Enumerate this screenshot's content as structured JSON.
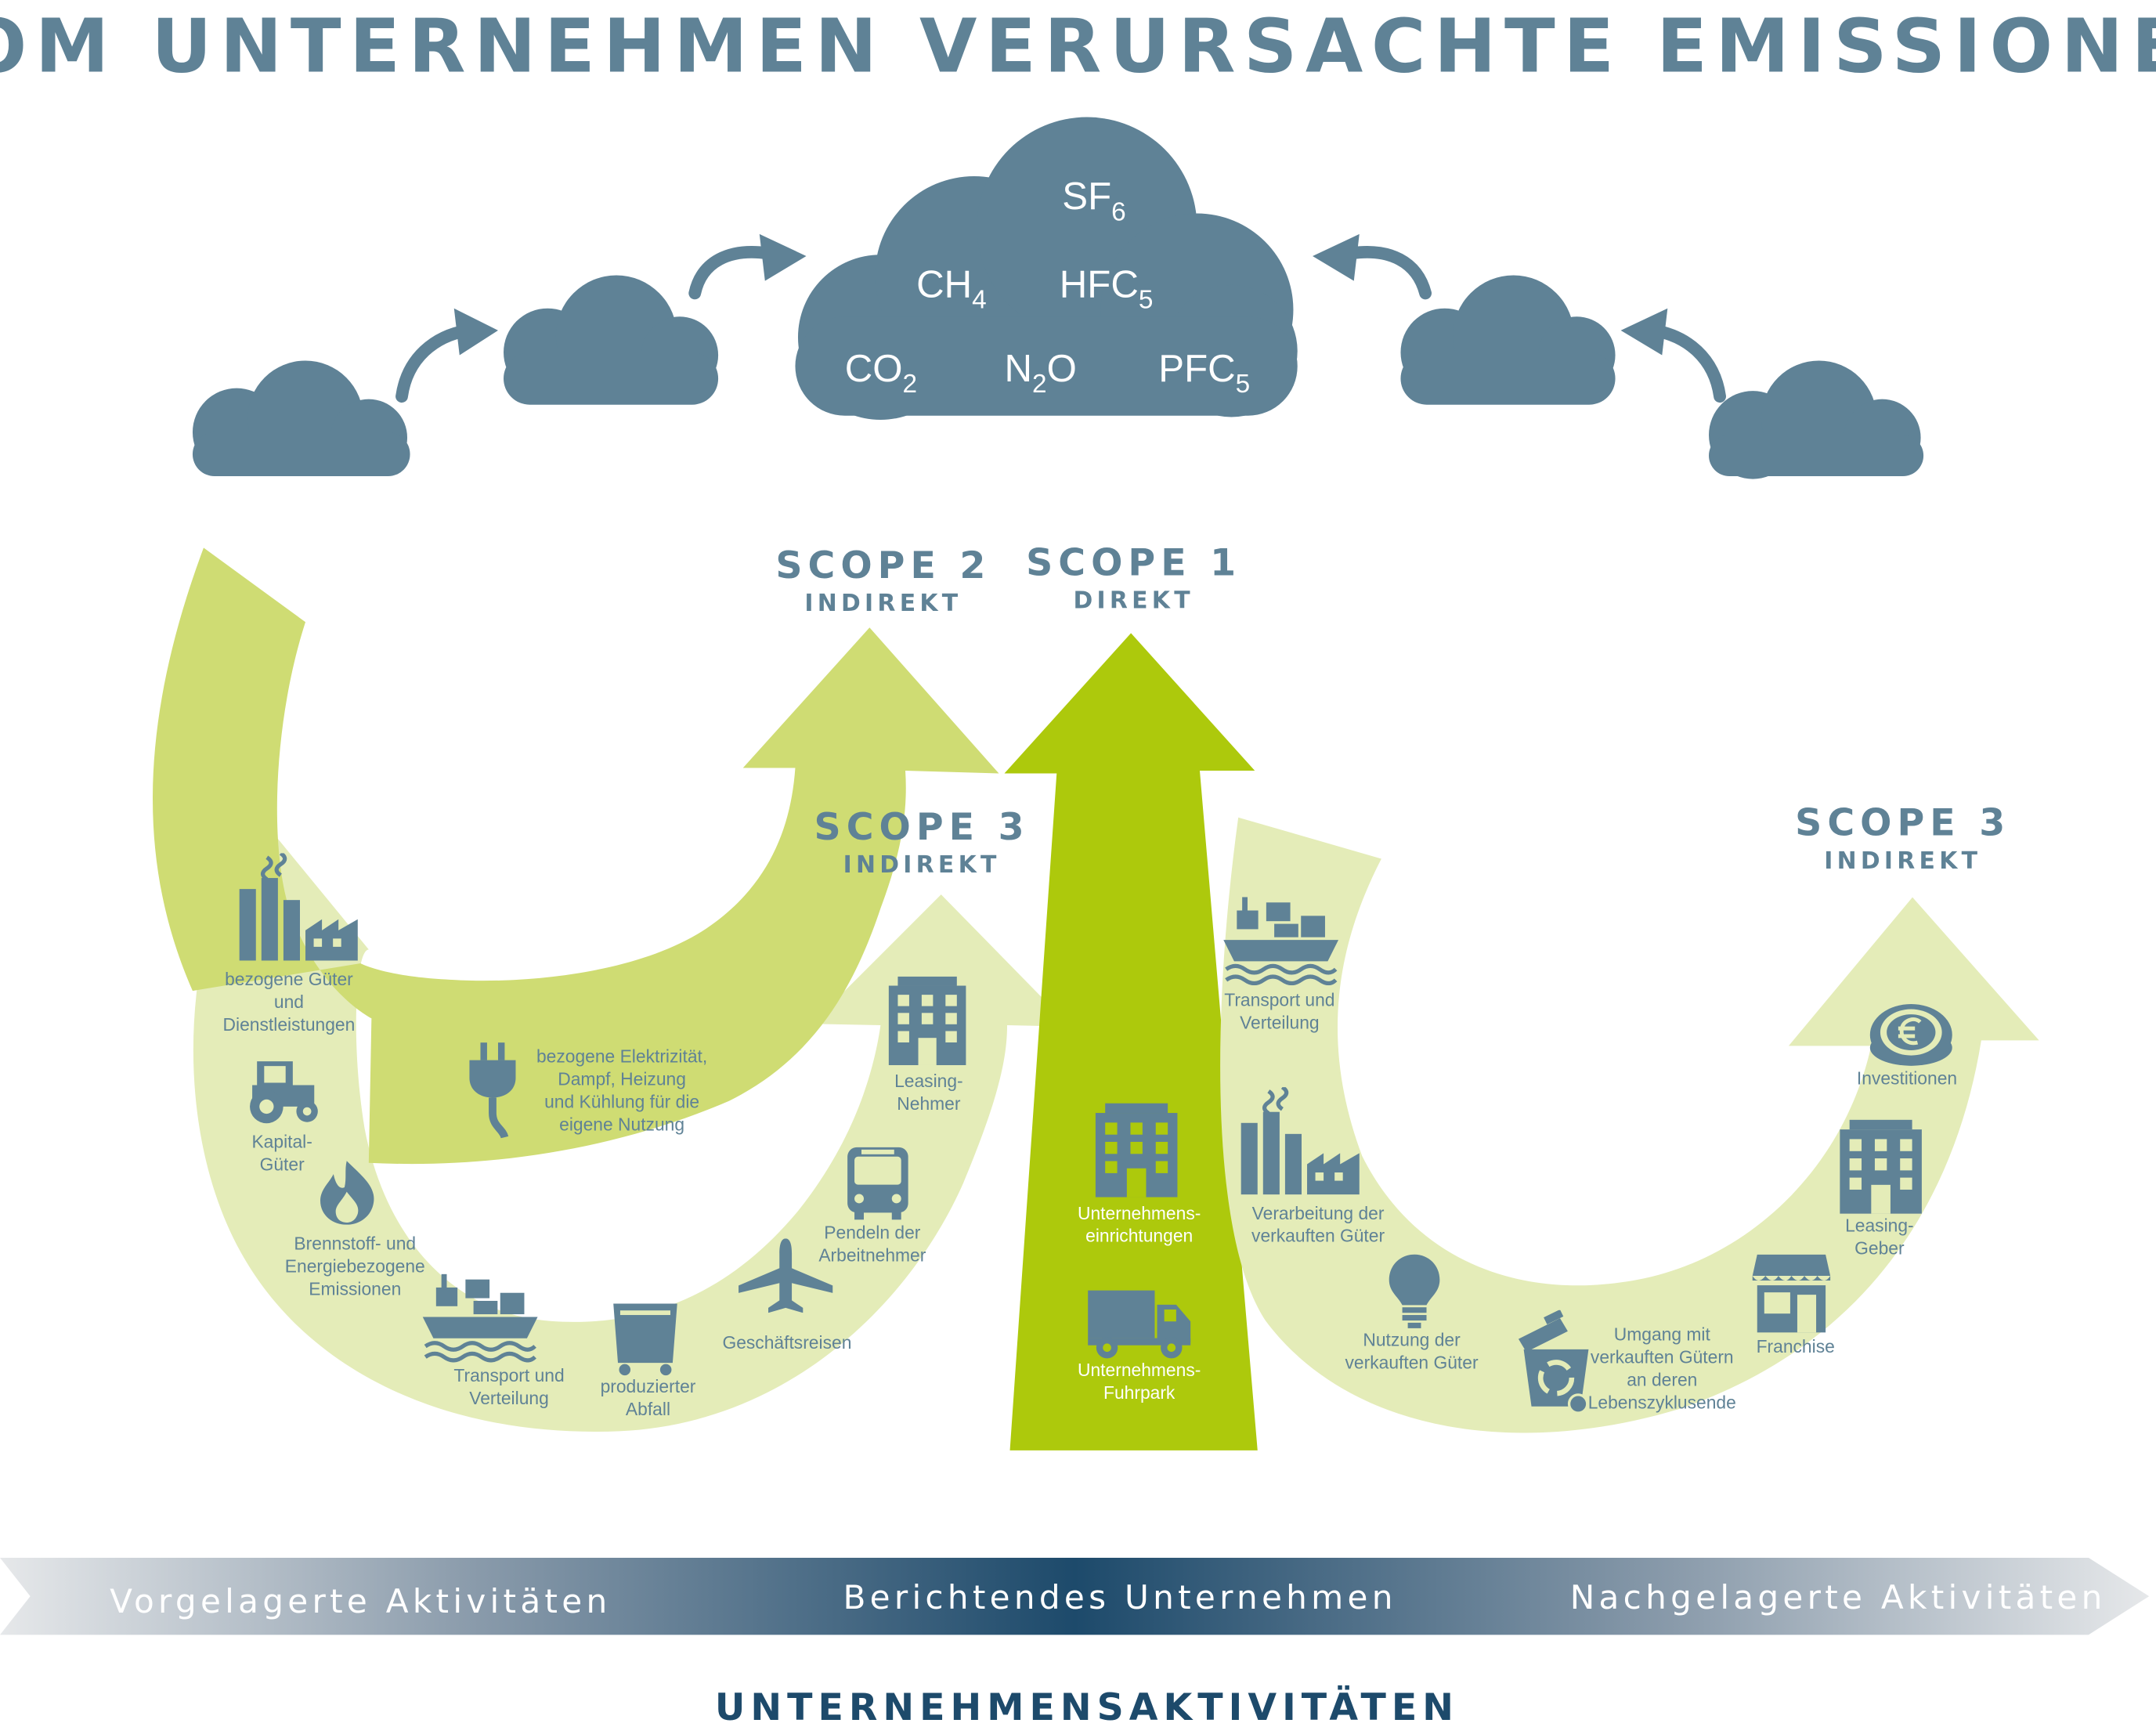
{
  "title": "VOM UNTERNEHMEN VERURSACHTE EMISSIONEN",
  "gases": {
    "sf6": {
      "base": "SF",
      "sub": "6"
    },
    "ch4": {
      "base": "CH",
      "sub": "4"
    },
    "hfc": {
      "base": "HFC",
      "sub": "5"
    },
    "co2": {
      "base": "CO",
      "sub": "2"
    },
    "n2o": {
      "base": "N",
      "sub": "2",
      "tail": "O"
    },
    "pfc": {
      "base": "PFC",
      "sub": "5"
    }
  },
  "scope2": {
    "title": "SCOPE 2",
    "subtitle": "INDIREKT"
  },
  "scope1": {
    "title": "SCOPE 1",
    "subtitle": "DIREKT"
  },
  "scope3_left": {
    "title": "SCOPE 3",
    "subtitle": "INDIREKT"
  },
  "scope3_right": {
    "title": "SCOPE 3",
    "subtitle": "INDIREKT"
  },
  "upstream": {
    "goods": [
      "bezogene Güter",
      "und",
      "Dienstleistungen"
    ],
    "capital": [
      "Kapital-",
      "Güter"
    ],
    "fuel": [
      "Brennstoff- und",
      "Energiebezogene",
      "Emissionen"
    ],
    "transport": [
      "Transport und",
      "Verteilung"
    ],
    "waste": [
      "produzierter",
      "Abfall"
    ],
    "travel": [
      "Geschäftsreisen"
    ],
    "commute": [
      "Pendeln der",
      "Arbeitnehmer"
    ],
    "leasing": [
      "Leasing-",
      "Nehmer"
    ]
  },
  "scope2_item": [
    "bezogene Elektrizität,",
    "Dampf, Heizung",
    "und Kühlung für die",
    "eigene Nutzung"
  ],
  "scope1_items": {
    "facilities": [
      "Unternehmens-",
      "einrichtungen"
    ],
    "fleet": [
      "Unternehmens-",
      "Fuhrpark"
    ]
  },
  "downstream": {
    "transport": [
      "Transport und",
      "Verteilung"
    ],
    "processing": [
      "Verarbeitung der",
      "verkauften Güter"
    ],
    "use": [
      "Nutzung der",
      "verkauften Güter"
    ],
    "eol": [
      "Umgang mit",
      "verkauften Gütern",
      "an deren",
      "Lebenszyklusende"
    ],
    "franchise": [
      "Franchise"
    ],
    "leasing": [
      "Leasing-",
      "Geber"
    ],
    "invest": [
      "Investitionen"
    ]
  },
  "band": {
    "left": "Vorgelagerte Aktivitäten",
    "center": "Berichtendes Unternehmen",
    "right": "Nachgelagerte Aktivitäten"
  },
  "footer": "UNTERNEHMENSAKTIVITÄTEN",
  "colors": {
    "slate": "#5f8296",
    "lightgreen": "#e4ecb8",
    "midgreen": "#cfdc73",
    "brightgreen": "#adc90c",
    "navy": "#1d4a6b"
  }
}
